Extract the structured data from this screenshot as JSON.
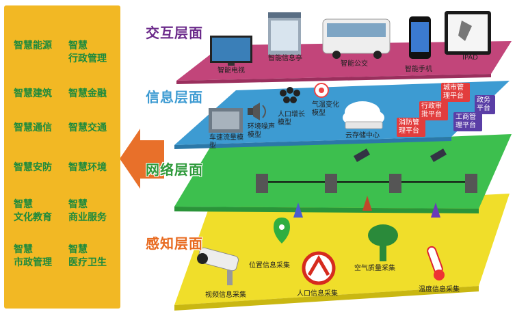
{
  "panel": {
    "color": "#f2b824",
    "items": [
      [
        "智慧能源"
      ],
      [
        "智慧",
        "行政管理"
      ],
      [
        "智慧建筑"
      ],
      [
        "智慧金融"
      ],
      [
        "智慧通信"
      ],
      [
        "智慧交通"
      ],
      [
        "智慧安防"
      ],
      [
        "智慧环境"
      ],
      [
        "智慧",
        "文化教育"
      ],
      [
        "智慧",
        "商业服务"
      ],
      [
        "智慧",
        "市政管理"
      ],
      [
        "智慧",
        "医疗卫生"
      ]
    ]
  },
  "layers": {
    "interaction": {
      "title": "交互层面",
      "color": "#c2457a",
      "items": [
        "智能电视",
        "智能信息亭",
        "智能公交",
        "智能手机",
        "IPAD"
      ]
    },
    "information": {
      "title": "信息层面",
      "color": "#3d9bd2",
      "items": [
        "车速流量模型",
        "环境噪声模型",
        "人口增长模型",
        "气温变化模型",
        "云存储中心"
      ],
      "platforms": [
        "城市管理平台",
        "行政审批平台",
        "政务平台",
        "消防管理平台",
        "工商管理平台"
      ]
    },
    "network": {
      "title": "网络层面",
      "color": "#3dbf4e"
    },
    "sensing": {
      "title": "感知层面",
      "color": "#f0de2a",
      "items": [
        "位置信息采集",
        "视频信息采集",
        "人口信息采集",
        "空气质量采集",
        "温度信息采集"
      ]
    }
  }
}
